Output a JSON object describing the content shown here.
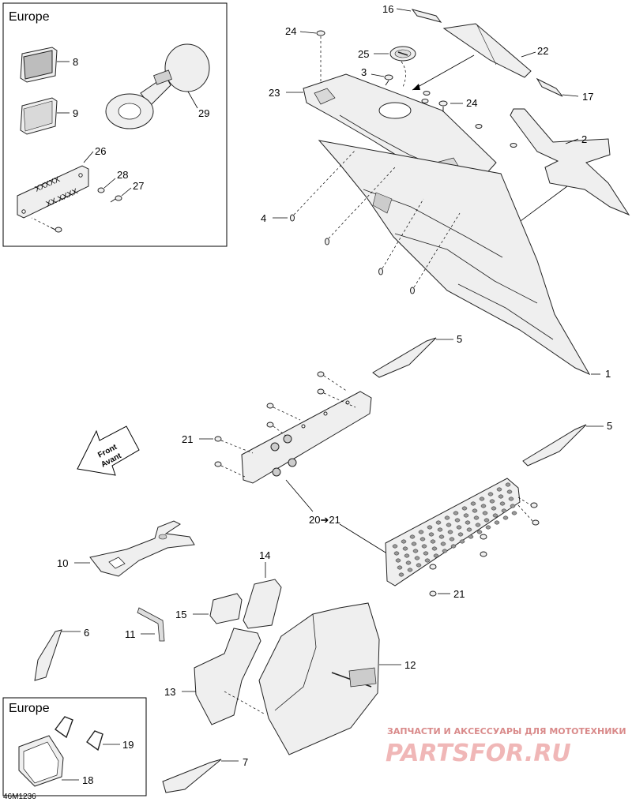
{
  "diagram_code": "46M1236",
  "inset_top": {
    "title": "Europe",
    "callouts": [
      "8",
      "9",
      "26",
      "28",
      "27",
      "29"
    ]
  },
  "inset_bottom": {
    "title": "Europe",
    "callouts": [
      "19",
      "18"
    ]
  },
  "callouts": [
    "16",
    "24",
    "25",
    "22",
    "3",
    "23",
    "17",
    "24",
    "2",
    "4",
    "5",
    "1",
    "21",
    "5",
    "20➔21",
    "10",
    "14",
    "15",
    "11",
    "6",
    "12",
    "13",
    "21",
    "7"
  ],
  "front_label": {
    "line1": "Front",
    "line2": "Avant"
  },
  "watermark": {
    "line1": "ЗАПЧАСТИ И АКСЕССУАРЫ ДЛЯ МОТОТЕХНИКИ",
    "logo": "PARTSFOR.RU"
  }
}
